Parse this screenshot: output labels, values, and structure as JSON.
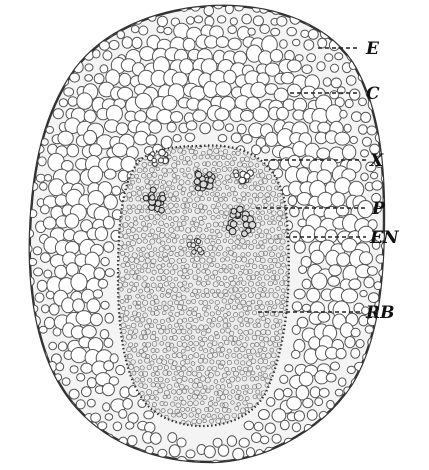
{
  "figure": {
    "labels": [
      {
        "key": "epidermis",
        "text": "E"
      },
      {
        "key": "cortex",
        "text": "C"
      },
      {
        "key": "xylem",
        "text": "X"
      },
      {
        "key": "phloem",
        "text": "P"
      },
      {
        "key": "endodermis",
        "text": "EN"
      },
      {
        "key": "root_base",
        "text": "RB"
      }
    ]
  }
}
